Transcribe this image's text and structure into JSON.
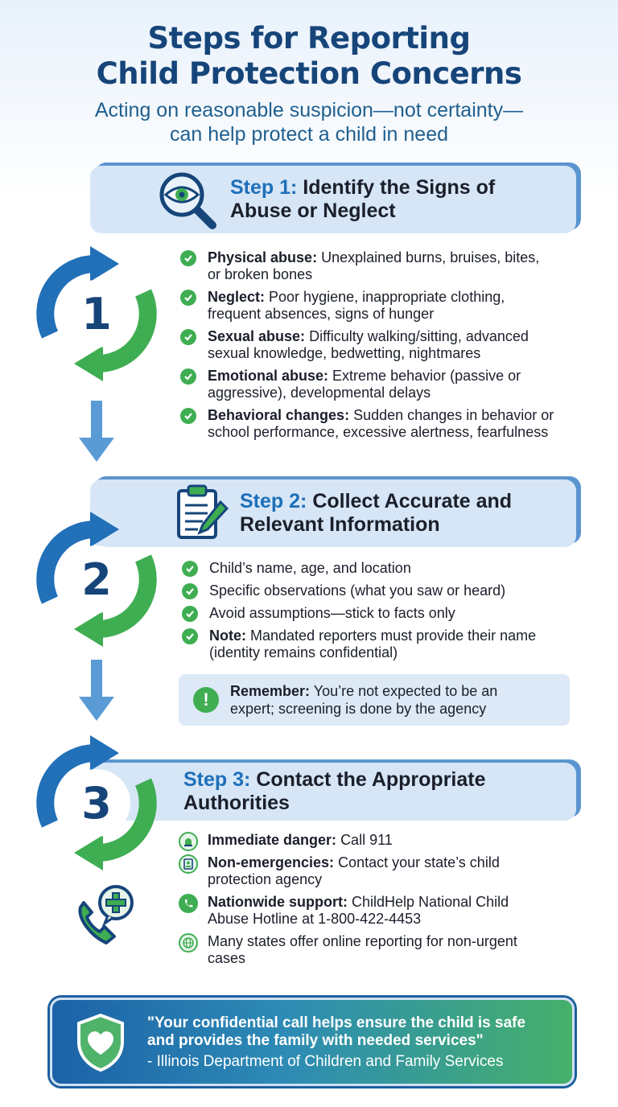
{
  "title_line1": "Steps for Reporting",
  "title_line2": "Child Protection Concerns",
  "subtitle_line1": "Acting on reasonable suspicion—not certainty—",
  "subtitle_line2": "can help protect a child in need",
  "step1": {
    "number": "1",
    "label": "Step 1:",
    "title_rest": "Identify the Signs of",
    "title_line2": "Abuse or Neglect",
    "icon": "magnifier-eye-icon",
    "items": [
      {
        "bold": "Physical abuse:",
        "text": "Unexplained burns, bruises, bites,",
        "text2": "or broken bones"
      },
      {
        "bold": "Neglect:",
        "text": "Poor hygiene, inappropriate clothing,",
        "text2": "frequent absences, signs of hunger"
      },
      {
        "bold": "Sexual abuse:",
        "text": "Difficulty walking/sitting, advanced",
        "text2": "sexual knowledge, bedwetting, nightmares"
      },
      {
        "bold": "Emotional abuse:",
        "text": "Extreme behavior (passive or",
        "text2": "aggressive), developmental delays"
      },
      {
        "bold": "Behavioral changes:",
        "text": "Sudden changes in behavior or",
        "text2": "school performance, excessive alertness, fearfulness"
      }
    ]
  },
  "step2": {
    "number": "2",
    "label": "Step 2:",
    "title_rest": "Collect Accurate and",
    "title_line2": "Relevant Information",
    "icon": "clipboard-pencil-icon",
    "items": [
      {
        "bold": "",
        "text": "Child’s name, age, and location",
        "text2": ""
      },
      {
        "bold": "",
        "text": "Specific observations (what you saw or heard)",
        "text2": ""
      },
      {
        "bold": "",
        "text": "Avoid assumptions—stick to facts only",
        "text2": ""
      },
      {
        "bold": "Note:",
        "text": "Mandated reporters must provide their name",
        "text2": "(identity remains confidential)"
      }
    ],
    "remember_bold": "Remember:",
    "remember_text": "You’re not expected to be an",
    "remember_text2": "expert; screening is done by the agency"
  },
  "step3": {
    "number": "3",
    "label": "Step 3:",
    "title_rest": "Contact the Appropriate",
    "title_line2": "Authorities",
    "icon": "phone-medical-icon",
    "items": [
      {
        "icon": "siren-icon",
        "bold": "Immediate danger:",
        "text": "Call 911",
        "text2": ""
      },
      {
        "icon": "contact-card-icon",
        "bold": "Non-emergencies:",
        "text": "Contact your state’s child",
        "text2": "protection agency"
      },
      {
        "icon": "phone-icon",
        "bold": "Nationwide support:",
        "text": "ChildHelp National Child",
        "text2": "Abuse Hotline at 1-800-422-4453"
      },
      {
        "icon": "globe-icon",
        "bold": "",
        "text": "Many states offer online reporting for non-urgent",
        "text2": "cases"
      }
    ]
  },
  "quote": {
    "text_line1": "\"Your confidential call helps ensure the child is safe",
    "text_line2": "and provides the family with needed services\"",
    "source": "- Illinois Department of Children and Family Services",
    "icon": "shield-heart-icon"
  },
  "colors": {
    "navy": "#16457a",
    "blue": "#1e6fb8",
    "green": "#3fae52",
    "header_bg": "#d6e6f7"
  }
}
